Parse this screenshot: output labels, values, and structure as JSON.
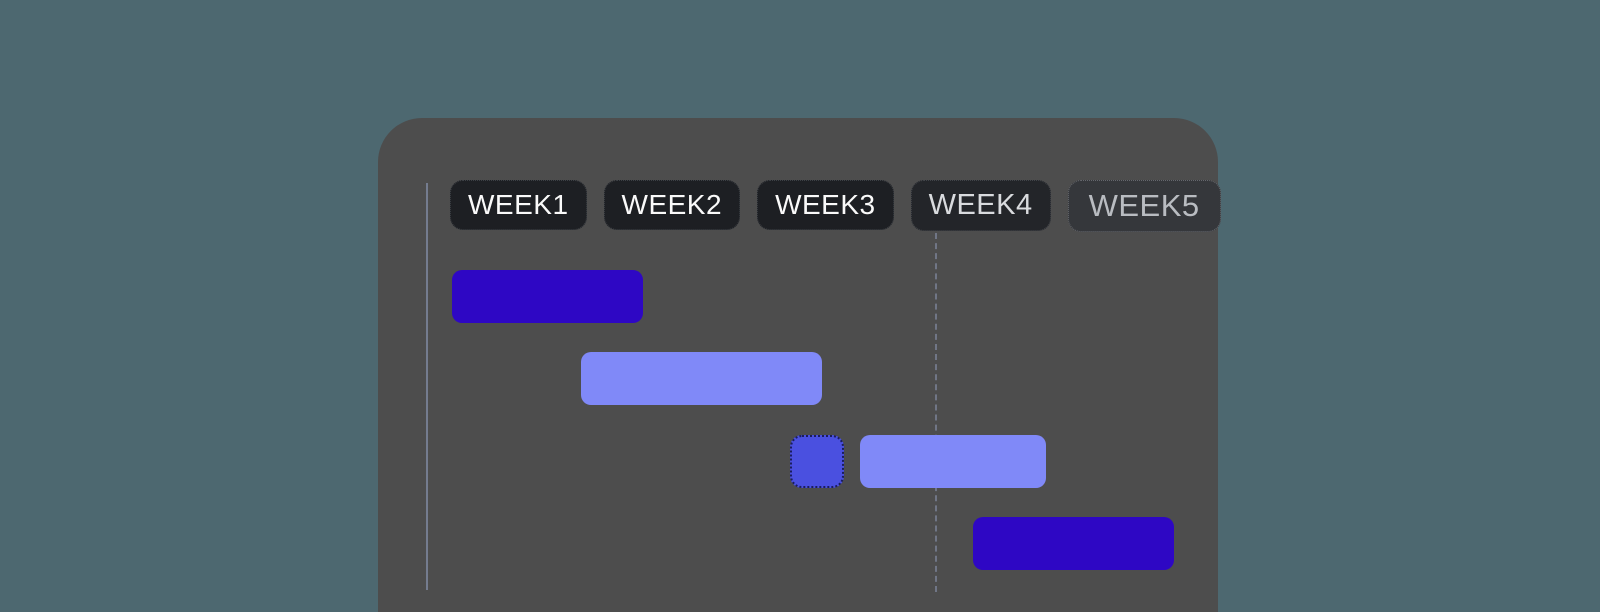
{
  "page": {
    "background_color": "#4d6870",
    "panel_color": "#4d4d4d"
  },
  "timeline": {
    "weeks": [
      {
        "label": "WEEK1",
        "state": "active"
      },
      {
        "label": "WEEK2",
        "state": "active"
      },
      {
        "label": "WEEK3",
        "state": "active"
      },
      {
        "label": "WEEK4",
        "state": "upcoming"
      },
      {
        "label": "WEEK5",
        "state": "disabled"
      }
    ]
  },
  "chart_data": {
    "type": "gantt",
    "title": "",
    "x_axis": {
      "unit": "weeks",
      "tick_labels": [
        "WEEK1",
        "WEEK2",
        "WEEK3",
        "WEEK4",
        "WEEK5"
      ],
      "range_weeks": [
        0,
        5
      ]
    },
    "grid": "on",
    "gridlines_at_weeks": [
      0,
      3
    ],
    "rows": 4,
    "bars": [
      {
        "row": 0,
        "start_week": 0.15,
        "end_week": 1.27,
        "color": "#2e07c4",
        "style": "solid"
      },
      {
        "row": 1,
        "start_week": 0.91,
        "end_week": 2.33,
        "color": "#8089f8",
        "style": "solid"
      },
      {
        "row": 2,
        "start_week": 2.14,
        "end_week": 2.46,
        "color": "#4a50e0",
        "style": "dotted-outline"
      },
      {
        "row": 2,
        "start_week": 2.55,
        "end_week": 3.65,
        "color": "#8089f8",
        "style": "solid"
      },
      {
        "row": 3,
        "start_week": 3.22,
        "end_week": 4.4,
        "color": "#2e07c4",
        "style": "solid"
      }
    ],
    "colors": {
      "bar_dark": "#2e07c4",
      "bar_light": "#8089f8",
      "bar_medium": "#4a50e0",
      "gridline": "#828ca5",
      "pill_active_bg": "#1d1f23",
      "pill_active_text": "#fafafa",
      "pill_upcoming_bg": "#232529",
      "pill_upcoming_text": "#d9dbde",
      "pill_disabled_bg": "#35373b",
      "pill_disabled_text": "#b9bcc1"
    },
    "legend_position": "none"
  }
}
